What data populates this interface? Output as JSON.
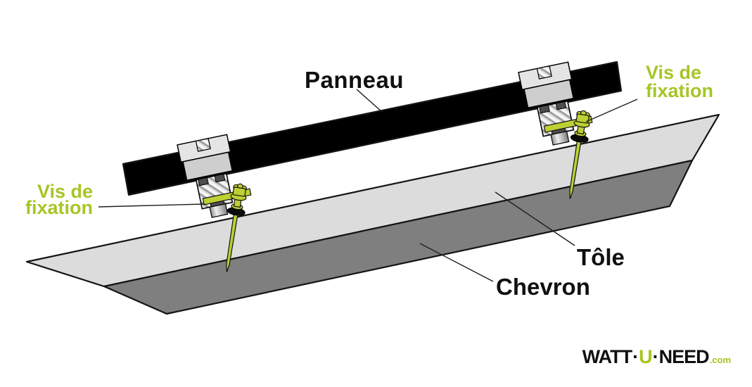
{
  "labels": {
    "panneau": "Panneau",
    "vis_left": {
      "line1": "Vis de",
      "line2": "fixation"
    },
    "vis_right": {
      "line1": "Vis de",
      "line2": "fixation"
    },
    "tole": "Tôle",
    "chevron": "Chevron"
  },
  "logo": {
    "watt": "WATT",
    "dot": "·",
    "u": "U",
    "need": "NEED",
    "com": ".com"
  },
  "colors": {
    "background": "#ffffff",
    "panel_black": "#000000",
    "sheet_light_gray": "#dcdcdc",
    "rafter_dark_gray": "#7f7f7f",
    "screw_green": "#bdd034",
    "label_green": "#a5c626",
    "label_black": "#101010",
    "logo_green": "#a3c61f",
    "washer_black": "#0c0c0c",
    "outline": "#141414"
  }
}
